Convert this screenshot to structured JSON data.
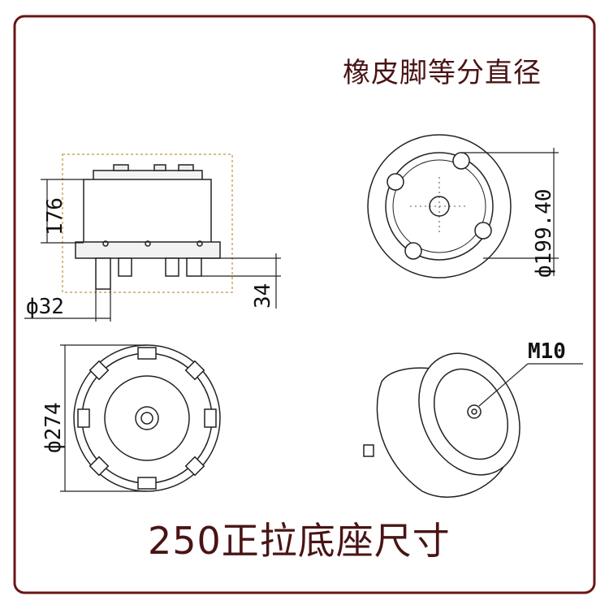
{
  "titles": {
    "top": "橡皮脚等分直径",
    "bottom": "250正拉底座尺寸"
  },
  "dimensions": {
    "height": "176",
    "foot_diameter": "ф32",
    "foot_height": "34",
    "foot_circle": "ф199.40",
    "base_diameter": "ф274",
    "bolt": "M10"
  },
  "colors": {
    "title": "#4a1414",
    "frame": "#6a1515",
    "lines": "#222222",
    "guide": "#c9a860"
  }
}
